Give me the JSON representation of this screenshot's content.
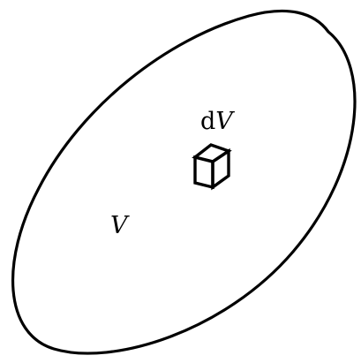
{
  "volume_label": "V",
  "element_label_prefix": "d",
  "element_label_var": "V",
  "colors": {
    "stroke": "#000000",
    "background": "#ffffff"
  }
}
